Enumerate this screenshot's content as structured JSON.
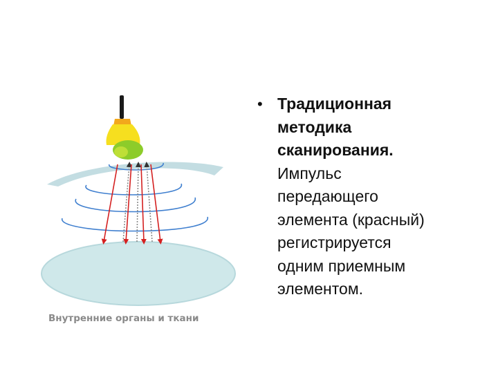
{
  "figure": {
    "caption": "Внутренние органы и ткани",
    "colors": {
      "tissue": "#cfe8ea",
      "tissue_edge": "#b7d8dc",
      "surface": "#c3dde2",
      "wave": "#3f7fcf",
      "transmit_beam": "#d42020",
      "receive_beam": "#888888",
      "probe_cable": "#1a1a1a",
      "probe_band": "#f2a81c",
      "probe_body": "#f6df1f",
      "probe_tip": "#8dcc2a"
    },
    "icons": [
      "ultrasound-probe-icon",
      "arrow-up-icon",
      "arrow-down-icon"
    ]
  },
  "text": {
    "bullet": "•",
    "bold_lines": [
      "Традиционная",
      "методика",
      "сканирования."
    ],
    "normal_lines": [
      "Импульс",
      "передающего",
      "элемента (красный)",
      "регистрируется",
      "одним приемным",
      "элементом."
    ]
  }
}
